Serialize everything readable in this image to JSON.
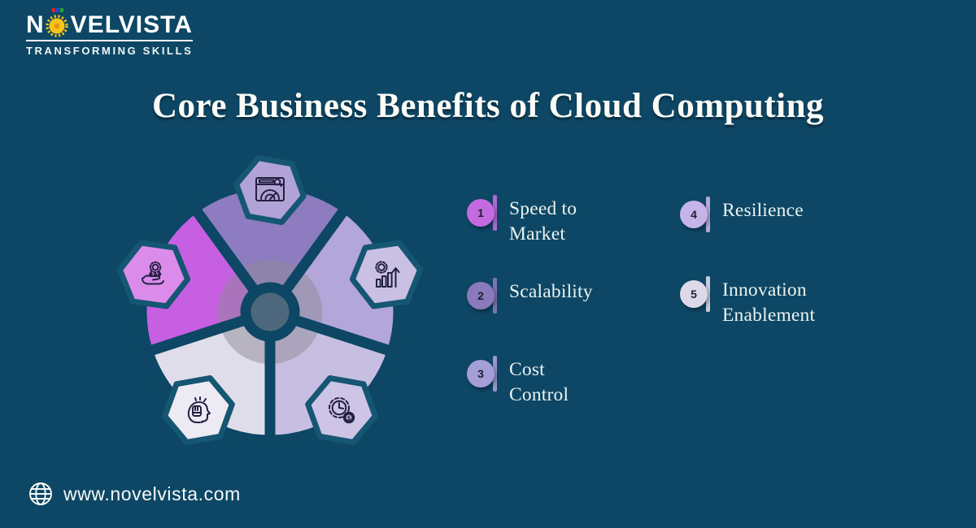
{
  "page": {
    "background": "#0d4765",
    "text_color": "#ecf2f0"
  },
  "brand": {
    "name_prefix": "N",
    "name_suffix": "VELVISTA",
    "tagline": "TRANSFORMING SKILLS",
    "sun_color": "#f6c51c",
    "sun_core_color": "#e8960c",
    "dot_colors": [
      "#cc2a2a",
      "#2a4ccc",
      "#2aa23c"
    ]
  },
  "title": {
    "text": "Core Business Benefits of Cloud Computing"
  },
  "diagram": {
    "divider_color": "#0d4765",
    "center_overlay_color": "#8e8996",
    "hex_border_color": "#155672",
    "icon_stroke_color": "#232042",
    "segments": [
      {
        "position": "top",
        "color": "#8d7cc0",
        "hex_fill": "#b2a3d6",
        "icon": "speedometer-browser-icon"
      },
      {
        "position": "right",
        "color": "#b3a6d9",
        "hex_fill": "#c9c0e3",
        "icon": "growth-gear-icon"
      },
      {
        "position": "bottom-right",
        "color": "#c7bfe2",
        "hex_fill": "#cdc4e6",
        "icon": "cost-efficiency-icon"
      },
      {
        "position": "bottom-left",
        "color": "#e0ddea",
        "hex_fill": "#eceaf3",
        "icon": "resilience-fist-icon"
      },
      {
        "position": "left",
        "color": "#c75fe3",
        "hex_fill": "#db8cea",
        "icon": "hand-gear-icon"
      }
    ]
  },
  "legend": {
    "items": [
      {
        "number": "1",
        "label": "Speed to Market",
        "badge_color": "#c46ae1"
      },
      {
        "number": "2",
        "label": "Scalability",
        "badge_color": "#8a7abc"
      },
      {
        "number": "3",
        "label": "Cost Control",
        "badge_color": "#a69ed8"
      },
      {
        "number": "4",
        "label": "Resilience",
        "badge_color": "#c6b4e8"
      },
      {
        "number": "5",
        "label": "Innovation Enablement",
        "badge_color": "#ded9e9"
      }
    ]
  },
  "footer": {
    "website": "www.novelvista.com"
  }
}
